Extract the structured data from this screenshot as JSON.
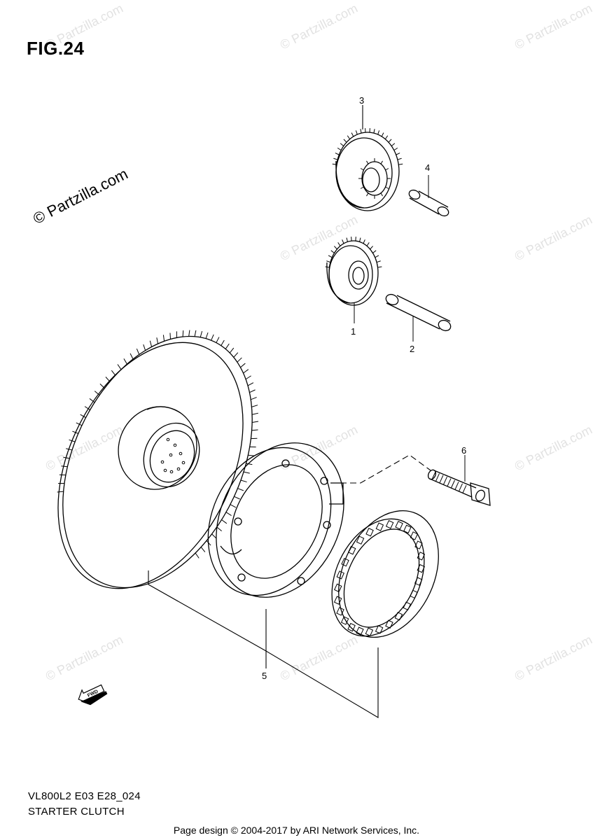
{
  "figure": {
    "title": "FIG.24",
    "model_code": "VL800L2 E03 E28_024",
    "section_name": "STARTER CLUTCH"
  },
  "watermark": {
    "brand": "© Partzilla.com",
    "tile": "© Partzilla.com"
  },
  "callouts": {
    "p1": "1",
    "p2": "2",
    "p3": "3",
    "p4": "4",
    "p5": "5",
    "p6": "6"
  },
  "fwd_arrow": {
    "label": "FWD"
  },
  "footer": {
    "text": "Page design © 2004-2017 by ARI Network Services, Inc."
  },
  "colors": {
    "line": "#000000",
    "watermark": "#e2e2e2",
    "background": "#ffffff"
  }
}
